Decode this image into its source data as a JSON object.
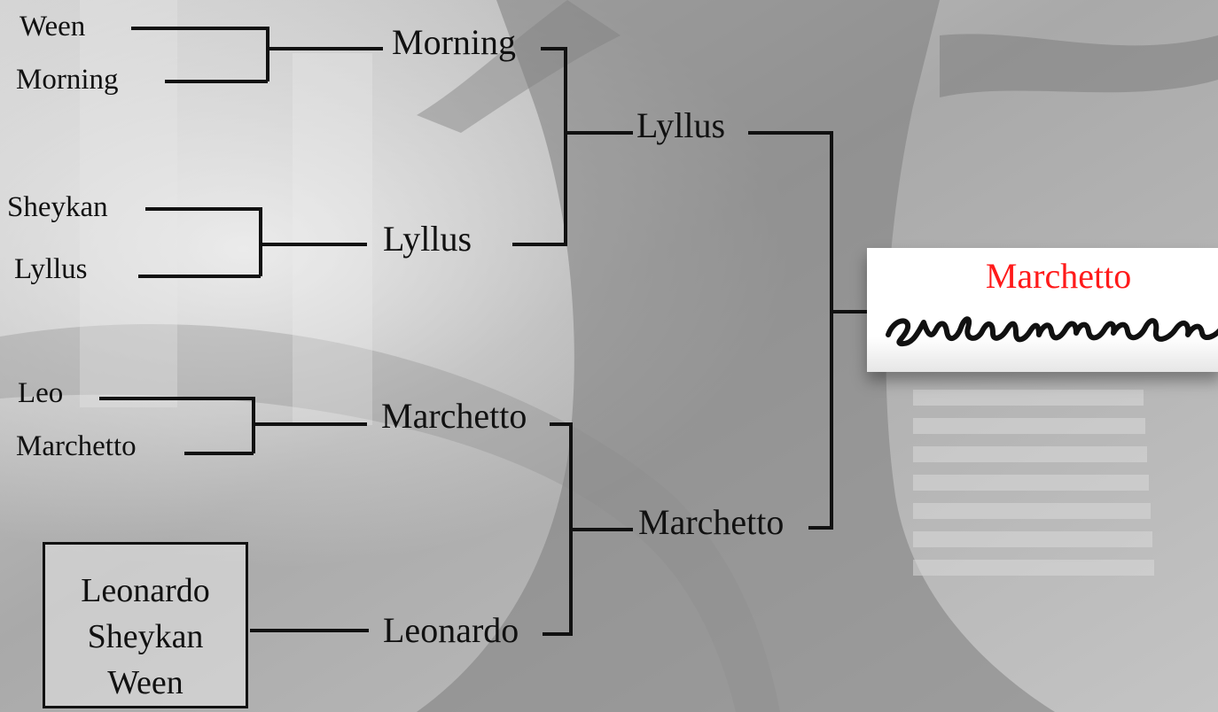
{
  "round1": {
    "match1": [
      "Ween",
      "Morning"
    ],
    "match2": [
      "Sheykan",
      "Lyllus"
    ],
    "match3": [
      "Leo",
      "Marchetto"
    ],
    "bye_box": [
      "Leonardo",
      "Sheykan",
      "Ween"
    ]
  },
  "round2": [
    "Morning",
    "Lyllus",
    "Marchetto",
    "Leonardo"
  ],
  "round3": [
    "Lyllus",
    "Marchetto"
  ],
  "winner": {
    "name": "Marchetto",
    "signature_text": "Marchetto",
    "name_color": "#ff1a1a"
  },
  "colors": {
    "line": "#111111",
    "background": "#b9b9b9"
  }
}
